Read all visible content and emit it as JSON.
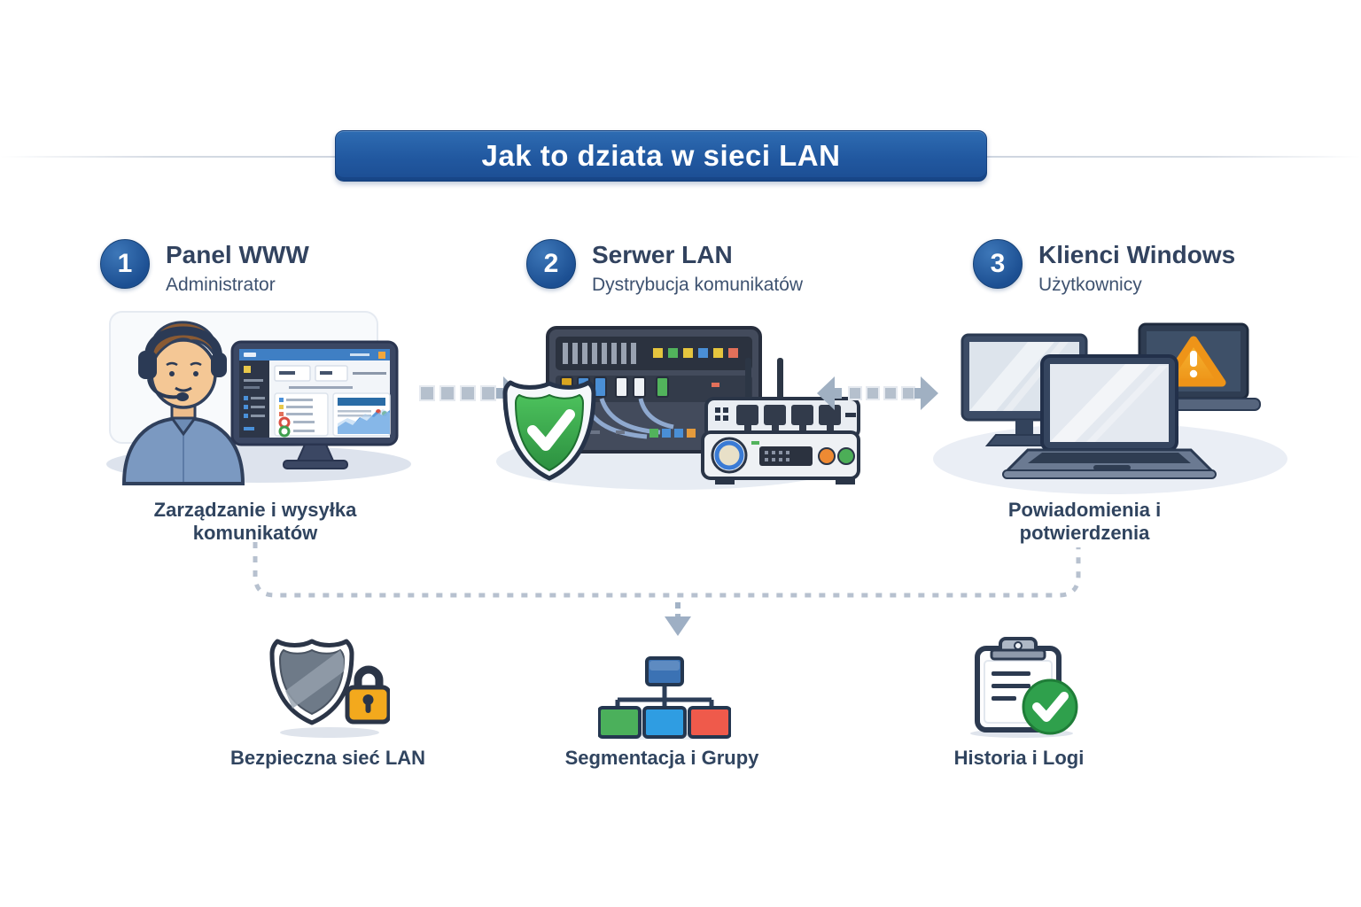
{
  "banner": {
    "title": "Jak to dziata w sieci LAN"
  },
  "steps": [
    {
      "number": "1",
      "title": "Panel WWW",
      "subtitle": "Administrator",
      "caption": "Zarządzanie i wysyłka komunikatów",
      "illustration": "admin-with-headset-and-dashboard-monitor"
    },
    {
      "number": "2",
      "title": "Serwer LAN",
      "subtitle": "Dystrybucja komunikatów",
      "caption": "",
      "illustration": "server-rack-router-and-shield-check"
    },
    {
      "number": "3",
      "title": "Klienci Windows",
      "subtitle": "Użytkownicy",
      "caption": "Powiadomienia i potwierdzenia",
      "illustration": "desktop-and-laptops-with-warning"
    }
  ],
  "features": [
    {
      "label": "Bezpieczna sieć LAN",
      "icon": "shield-lock-icon"
    },
    {
      "label": "Segmentacja i Grupy",
      "icon": "network-tree-icon"
    },
    {
      "label": "Historia i Logi",
      "icon": "clipboard-check-icon"
    }
  ],
  "connectors": {
    "panel_to_server": "dashed-arrow-right",
    "server_to_clients": "dashed-arrow-both-ways",
    "captions_to_features": "dashed-line-with-down-arrow"
  },
  "colors": {
    "banner_blue": "#2158a0",
    "number_circle_blue": "#1c4f92",
    "heading_navy": "#32435f",
    "arrow_gray": "#a0b0c2",
    "dashed_gray": "#b7c1cf",
    "shield_green": "#2fa04c",
    "warning_amber": "#f09d25",
    "lock_amber": "#f3a91d",
    "tree_green": "#4bb05b",
    "tree_blue": "#2f9de2",
    "tree_red": "#ef5a4b"
  }
}
